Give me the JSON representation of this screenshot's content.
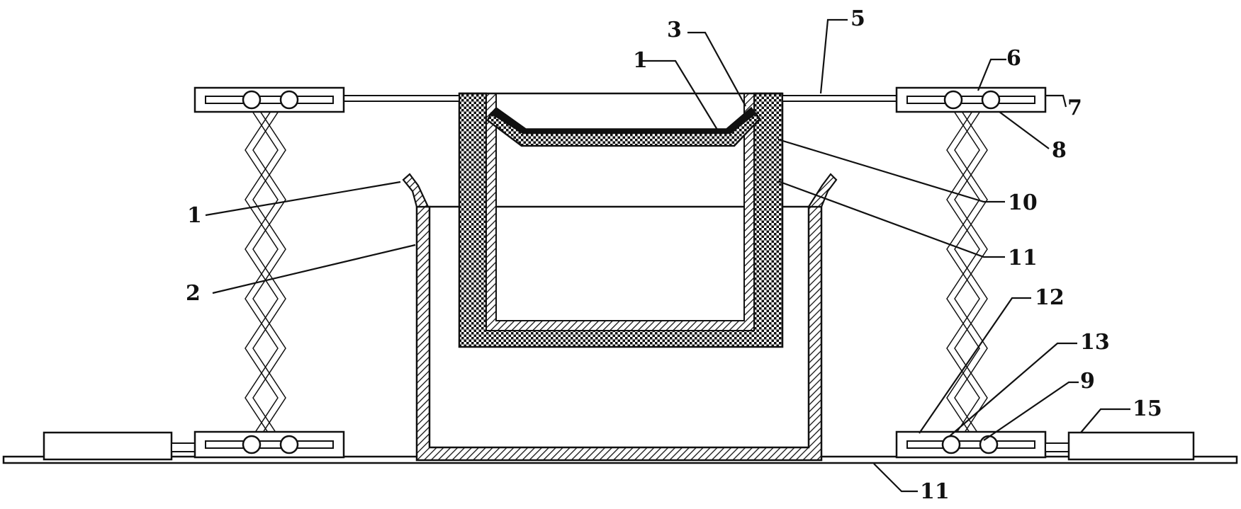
{
  "labels": {
    "l1_top": "1",
    "l3": "3",
    "l5": "5",
    "l6": "6",
    "l7": "7",
    "l8": "8",
    "l1_left": "1",
    "l2": "2",
    "l10": "10",
    "l11_right": "11",
    "l12": "12",
    "l13": "13",
    "l9": "9",
    "l15": "15",
    "l11_bottom": "11"
  }
}
